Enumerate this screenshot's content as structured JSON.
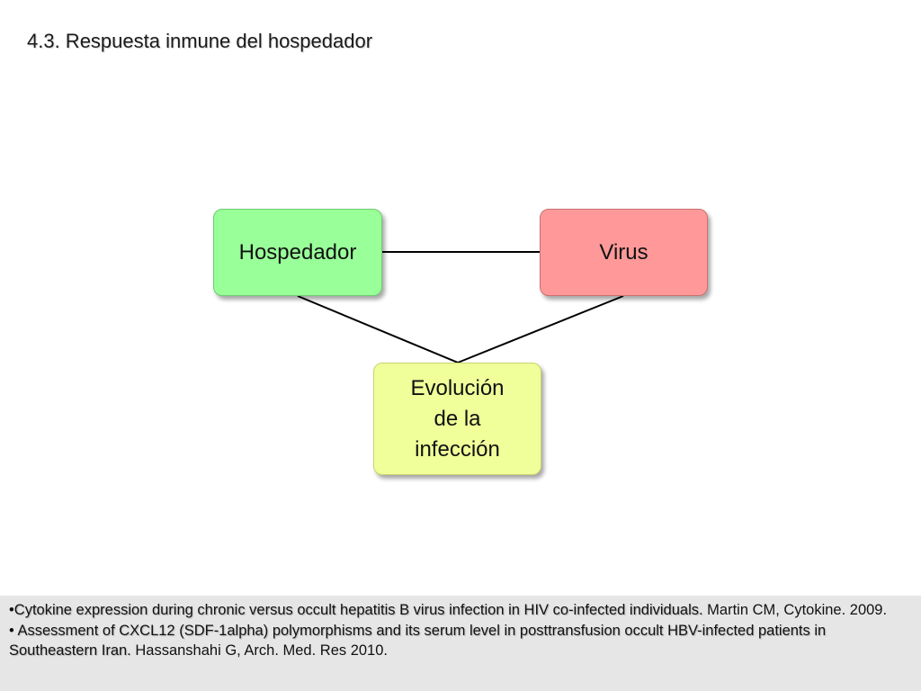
{
  "slide": {
    "title": "4.3. Respuesta inmune del hospedador"
  },
  "diagram": {
    "nodes": {
      "host": {
        "label": "Hospedador",
        "color": "#99ff99"
      },
      "virus": {
        "label": "Virus",
        "color": "#ff9999"
      },
      "outcome": {
        "label": "Evolución de la infección",
        "color": "#f0ff99"
      }
    },
    "connections": [
      {
        "from": "host",
        "to": "virus"
      },
      {
        "from": "host",
        "to": "outcome"
      },
      {
        "from": "virus",
        "to": "outcome"
      }
    ]
  },
  "references": [
    {
      "bullet": "•",
      "title": "Cytokine expression during chronic versus occult hepatitis B virus infection in HIV co-infected individuals.",
      "citation": " Martin CM, Cytokine. 2009."
    },
    {
      "bullet": "• ",
      "title": "Assessment of CXCL12 (SDF-1alpha) polymorphisms and its serum level in posttransfusion occult HBV-infected patients in Southeastern Iran.",
      "citation": " Hassanshahi G, Arch. Med. Res 2010."
    }
  ]
}
